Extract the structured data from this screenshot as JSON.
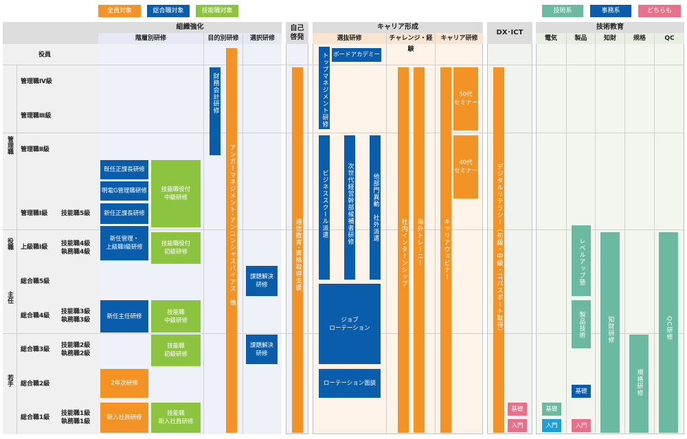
{
  "legend": {
    "all": "全員対象",
    "general": "総合職対象",
    "tech": "技能職対象",
    "engineering": "技術系",
    "office": "事務系",
    "both": "どちらも"
  },
  "colors": {
    "orange": "#f39325",
    "blue": "#0a5dab",
    "green": "#8cc43f",
    "teal": "#6bb9a1",
    "cyan": "#1da0d8",
    "pink": "#e7718a"
  },
  "headers": {
    "org": "組織強化",
    "tiered": "階層別研修",
    "purpose": "目的別研修",
    "select": "選択研修",
    "self": "自己\n啓発",
    "career": "キャリア形成",
    "selection": "選抜研修",
    "challenge": "チャレンジ・経験",
    "career_training": "キャリア研修",
    "dx": "DX･ICT",
    "tech_edu": "技術教育",
    "elec": "電気",
    "product": "製品",
    "ip": "知財",
    "standard": "規格",
    "qc": "QC"
  },
  "rows": {
    "exec": "役員",
    "mgr4": "管理職Ⅳ級",
    "mgr3": "管理職Ⅲ級",
    "mgr2": "管理職Ⅱ級",
    "mgr1": "管理職Ⅰ級",
    "tech5": "技能職5級",
    "senior1": "上級職Ⅰ級",
    "tech4": "技能職4級\n執務職4級",
    "gen5": "総合職5級",
    "gen4": "総合職4級",
    "tech3": "技能職3級\n執務職3級",
    "gen3": "総合職3級",
    "tech2": "技能職2級\n執務職2級",
    "gen2": "総合職2級",
    "gen1": "総合職1級",
    "tech1": "技能職1級\n執務職1級"
  },
  "groups": {
    "management": "管理職",
    "officer": "役職",
    "chief": "主任",
    "young": "若手"
  },
  "boxes": {
    "existing_chief": "既任正課長研修",
    "meiden_g": "明電G管理職研修",
    "new_chief": "新任正課長研修",
    "new_mgr": "新任管理・\n上級職Ⅰ級研修",
    "new_leader": "新任主任研修",
    "year2": "2年次研修",
    "newcomer": "新入社員研修",
    "tech_mid_officer": "技能職役付\n中級研修",
    "tech_beg_officer": "技能職役付\n初級研修",
    "tech_mid": "技能職\n中級研修",
    "tech_beg": "技能職\n初級研修",
    "tech_new": "技能職\n新入社員研修",
    "finance": "財務会計研修",
    "anger": "アンガーマネジメント･アンコンシャスバイアス　他",
    "problem1": "課題解決\n研修",
    "problem2": "課題解決\n研修",
    "distance": "通信教育･資格取得支援",
    "top_mgmt": "トップマネジメント研修",
    "board": "ボードアカデミー",
    "business_school": "ビジネススクール派遣",
    "next_gen": "次世代経営幹部候補者研修",
    "other_dept": "他部門異動　社外派遣",
    "job_rotation": "ジョブ\nローテーション",
    "rotation_interview": "ローテーション面談",
    "internship": "社内インターンシップ",
    "overseas": "海外トレーニー",
    "career_webinar": "キャリアウェビナー",
    "s50": "50代\nセミナー",
    "s40": "40代\nセミナー",
    "digital": "デジタルリテラシー（初級・中級・ITパスポート取得）",
    "dx_basic": "基礎",
    "dx_intro": "入門",
    "elec_basic": "基礎",
    "elec_intro": "入門",
    "level_up": "レベルアップ塾",
    "product_tech": "製品技術",
    "prod_basic": "基礎",
    "prod_intro": "入門",
    "ip_training": "知財研修",
    "std_training": "規格研修",
    "qc_training": "QC研修"
  }
}
